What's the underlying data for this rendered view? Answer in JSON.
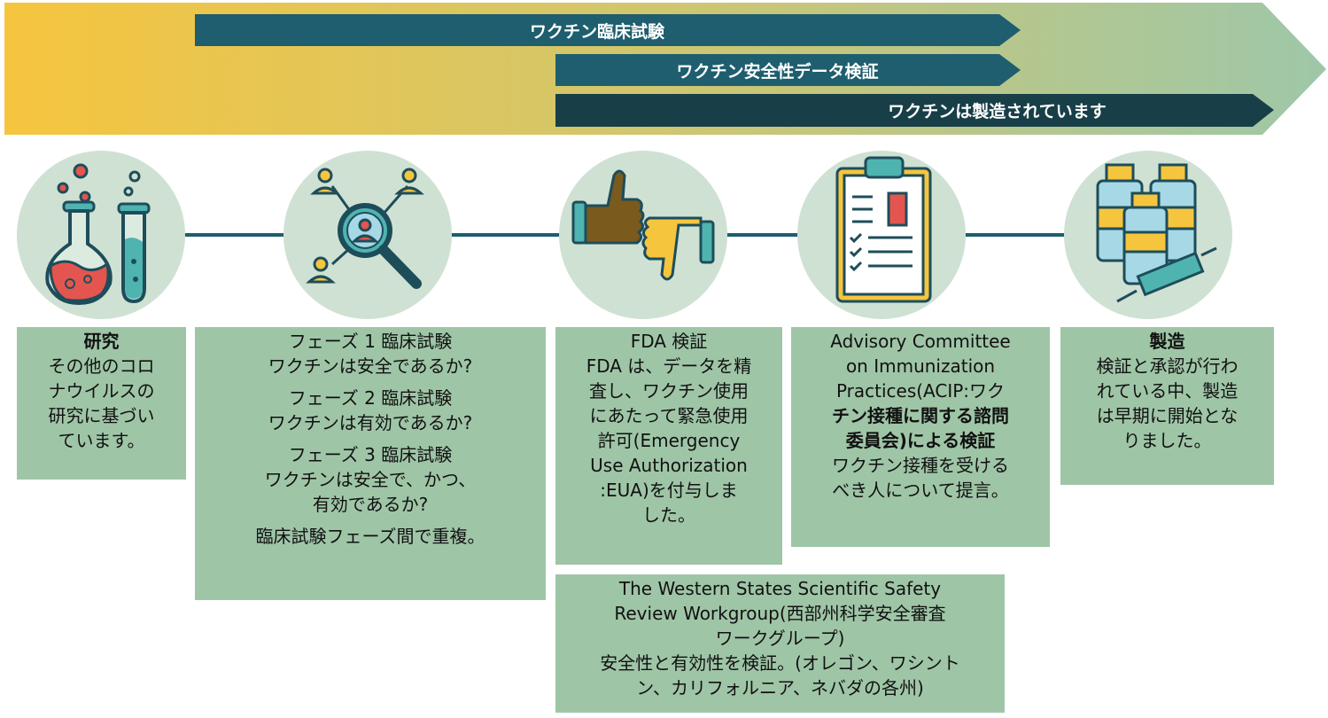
{
  "banner": {
    "bar1": "ワクチン臨床試験",
    "bar2": "ワクチン安全性データ検証",
    "bar3": "ワクチンは製造されています"
  },
  "colors": {
    "teal_dark": "#1e5e6e",
    "teal_darker": "#183f48",
    "box_green": "#9fc5a7",
    "circle_bg": "#cfe1d3",
    "gradient_start": "#f6c53e",
    "gradient_end": "#9ec7a8"
  },
  "steps": {
    "research": {
      "icon": "flask-test-tube-icon",
      "title": "研究",
      "body": [
        "その他のコロ",
        "ナウイルスの",
        "研究に基づい",
        "ています。"
      ]
    },
    "trials": {
      "icon": "magnifier-people-icon",
      "phase1_title": "フェーズ 1 臨床試験",
      "phase1_q": "ワクチンは安全であるか?",
      "phase2_title": "フェーズ 2 臨床試験",
      "phase2_q": "ワクチンは有効であるか?",
      "phase3_title": "フェーズ 3 臨床試験",
      "phase3_q1": "ワクチンは安全で、かつ、",
      "phase3_q2": "有効であるか?",
      "overlap": "臨床試験フェーズ間で重複。"
    },
    "fda": {
      "icon": "thumbs-up-down-icon",
      "title": "FDA 検証",
      "body": [
        "FDA は、データを精",
        "査し、ワクチン使用",
        "にあたって緊急使用",
        "許可(Emergency",
        "Use Authorization",
        ":EUA)を付与しま",
        "した。"
      ]
    },
    "acip": {
      "icon": "clipboard-checklist-icon",
      "title_lines": [
        "Advisory Committee",
        "on Immunization",
        "Practices(ACIP:ワク",
        "チン接種に関する諮問",
        "委員会)による検証"
      ],
      "body": [
        "ワクチン接種を受ける",
        "べき人について提言。"
      ]
    },
    "manufacturing": {
      "icon": "vials-syringe-icon",
      "title": "製造",
      "body": [
        "検証と承認が行わ",
        "れている中、製造",
        "は早期に開始とな",
        "りました。"
      ]
    },
    "western": {
      "title_lines": [
        "The Western States Scientific Safety",
        "Review Workgroup(西部州科学安全審査",
        "ワークグループ)"
      ],
      "body": [
        "安全性と有効性を検証。(オレゴン、ワシント",
        "ン、カリフォルニア、ネバダの各州)"
      ]
    }
  }
}
